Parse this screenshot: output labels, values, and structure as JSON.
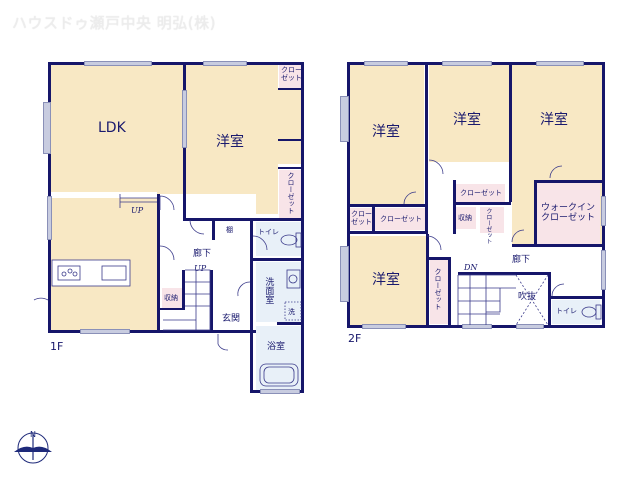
{
  "header": {
    "company": "ハウスドゥ瀬戸中央 明弘(株)"
  },
  "floor1": {
    "label": "1F",
    "rooms": {
      "ldk": "LDK",
      "western": "洋室",
      "closet_top": "クロー\nゼット",
      "closet_side": "クローゼット",
      "shelf": "棚",
      "toilet": "トイレ",
      "hallway": "廊下",
      "storage": "収納",
      "washroom": "洗面室",
      "washer": "洗",
      "entrance": "玄関",
      "bath": "浴室"
    },
    "stairs_up_1": "UP",
    "stairs_up_2": "UP"
  },
  "floor2": {
    "label": "2F",
    "rooms": {
      "western_1": "洋室",
      "western_2": "洋室",
      "western_3": "洋室",
      "western_4": "洋室",
      "closet_a": "クロー\nゼット",
      "closet_b": "クローゼット",
      "closet_c": "クローゼット",
      "storage": "収納",
      "closet_d": "クローゼット",
      "walk_in_closet_1": "ウォークイン",
      "walk_in_closet_2": "クローゼット",
      "hallway": "廊下",
      "closet_e": "クローゼット",
      "void": "吹抜",
      "toilet": "トイレ"
    },
    "stairs_down": "DN"
  },
  "compass": {
    "label": "N"
  }
}
